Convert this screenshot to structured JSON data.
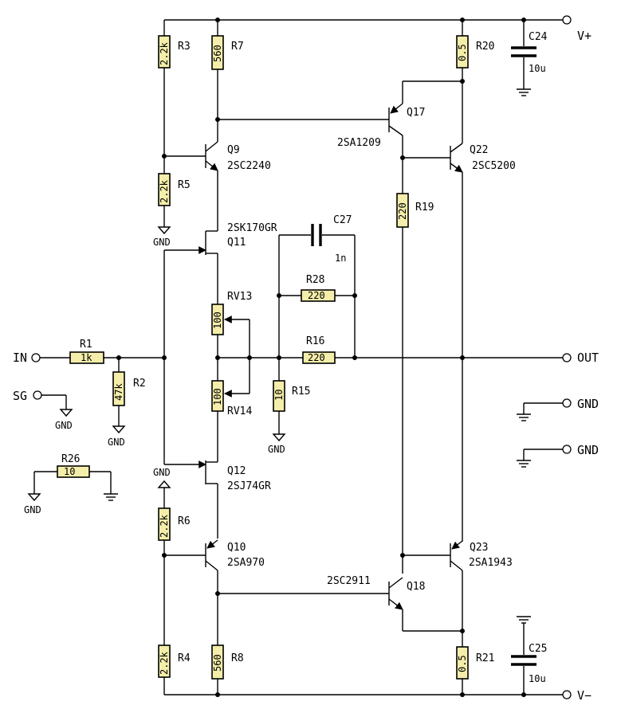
{
  "terminals": {
    "in": "IN",
    "sg": "SG",
    "vplus": "V+",
    "vminus": "V−",
    "out": "OUT",
    "gnd1": "GND",
    "gnd2": "GND"
  },
  "resistors": {
    "r1": {
      "name": "R1",
      "value": "1k"
    },
    "r2": {
      "name": "R2",
      "value": "47k"
    },
    "r3": {
      "name": "R3",
      "value": "2.2k"
    },
    "r4": {
      "name": "R4",
      "value": "2.2k"
    },
    "r5": {
      "name": "R5",
      "value": "2.2k"
    },
    "r6": {
      "name": "R6",
      "value": "2.2k"
    },
    "r7": {
      "name": "R7",
      "value": "560"
    },
    "r8": {
      "name": "R8",
      "value": "560"
    },
    "r15": {
      "name": "R15",
      "value": "10"
    },
    "r16": {
      "name": "R16",
      "value": "220"
    },
    "r19": {
      "name": "R19",
      "value": "220"
    },
    "r20": {
      "name": "R20",
      "value": "0.5"
    },
    "r21": {
      "name": "R21",
      "value": "0.5"
    },
    "r26": {
      "name": "R26",
      "value": "10"
    },
    "r28": {
      "name": "R28",
      "value": "220"
    },
    "rv13": {
      "name": "RV13",
      "value": "100"
    },
    "rv14": {
      "name": "RV14",
      "value": "100"
    }
  },
  "capacitors": {
    "c24": {
      "name": "C24",
      "value": "10u"
    },
    "c25": {
      "name": "C25",
      "value": "10u"
    },
    "c27": {
      "name": "C27",
      "value": "1n"
    }
  },
  "transistors": {
    "q9": {
      "name": "Q9",
      "part": "2SC2240"
    },
    "q10": {
      "name": "Q10",
      "part": "2SA970"
    },
    "q11": {
      "name": "Q11",
      "part": "2SK170GR"
    },
    "q12": {
      "name": "Q12",
      "part": "2SJ74GR"
    },
    "q17": {
      "name": "Q17",
      "part": "2SA1209"
    },
    "q18": {
      "name": "Q18",
      "part": "2SC2911"
    },
    "q22": {
      "name": "Q22",
      "part": "2SC5200"
    },
    "q23": {
      "name": "Q23",
      "part": "2SA1943"
    }
  },
  "gnd_label": "GND"
}
